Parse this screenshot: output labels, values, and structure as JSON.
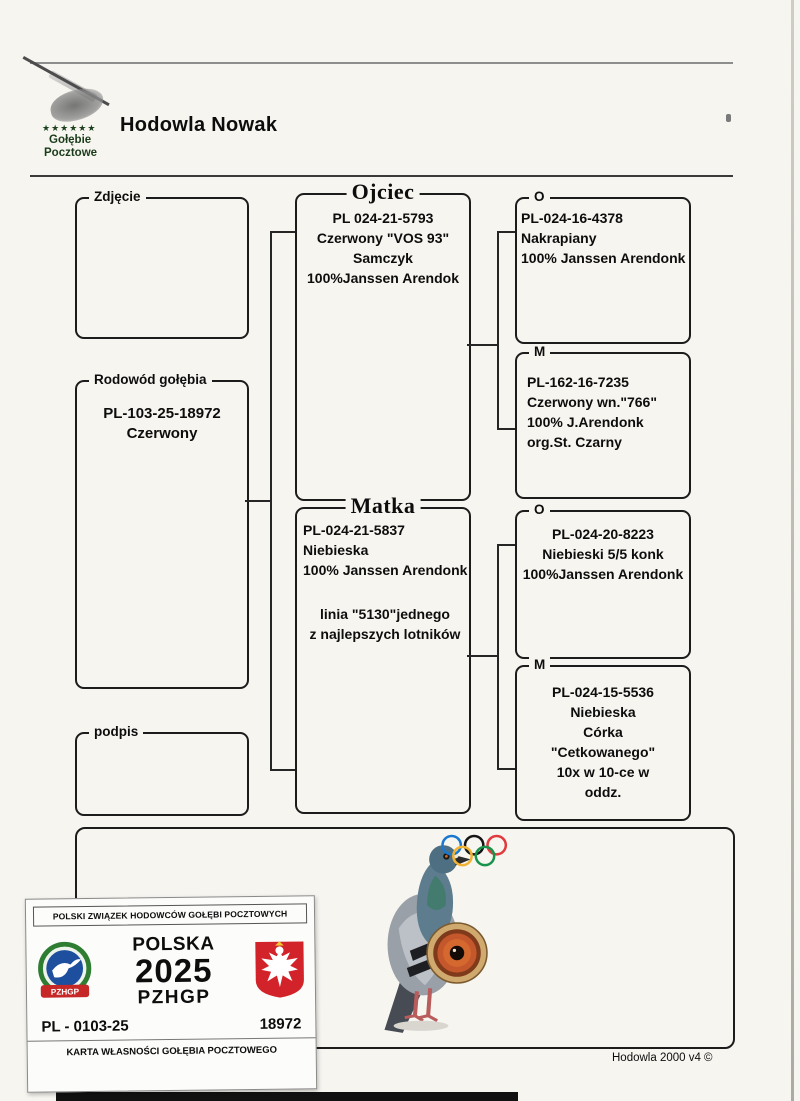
{
  "header": {
    "title": "Hodowla Nowak",
    "logo": {
      "stars": "★★★★★★",
      "line1": "Gołębie",
      "line2": "Pocztowe"
    }
  },
  "pedigree": {
    "photo_box_label": "Zdjęcie",
    "signature_box_label": "podpis",
    "subject": {
      "label": "Rodowód gołębia",
      "ring": "PL-103-25-18972",
      "color": "Czerwony"
    },
    "father": {
      "label": "Ojciec",
      "lines": [
        "PL 024-21-5793",
        "Czerwony \"VOS 93\"",
        "Samczyk",
        "100%Janssen Arendok"
      ]
    },
    "mother": {
      "label": "Matka",
      "lines": [
        "PL-024-21-5837",
        "Niebieska",
        "100% Janssen Arendonk"
      ],
      "note": [
        "linia \"5130\"jednego",
        "z najlepszych lotników"
      ]
    },
    "grandparents": [
      {
        "label": "O",
        "lines": [
          "PL-024-16-4378",
          "Nakrapiany",
          "100% Janssen Arendonk"
        ]
      },
      {
        "label": "M",
        "lines": [
          "PL-162-16-7235",
          "Czerwony wn.\"766\"",
          "100% J.Arendonk",
          "org.St. Czarny"
        ]
      },
      {
        "label": "O",
        "lines": [
          "PL-024-20-8223",
          "Niebieski 5/5 konk",
          "100%Janssen Arendonk"
        ]
      },
      {
        "label": "M",
        "lines": [
          "PL-024-15-5536",
          "Niebieska",
          "Córka",
          "\"Cetkowanego\"",
          "10x w 10-ce w",
          "oddz."
        ]
      }
    ]
  },
  "card": {
    "association": "POLSKI ZWIĄZEK HODOWCÓW GOŁĘBI POCZTOWYCH",
    "country": "POLSKA",
    "year": "2025",
    "org": "PZHGP",
    "badge_text": "PZHGP",
    "ring_prefix": "PL - 0103-25",
    "ring_number": "18972",
    "caption": "KARTA  WŁASNOŚCI GOŁĘBIA POCZTOWEGO"
  },
  "footer": {
    "credit": "Hodowla 2000 v4 ©"
  }
}
